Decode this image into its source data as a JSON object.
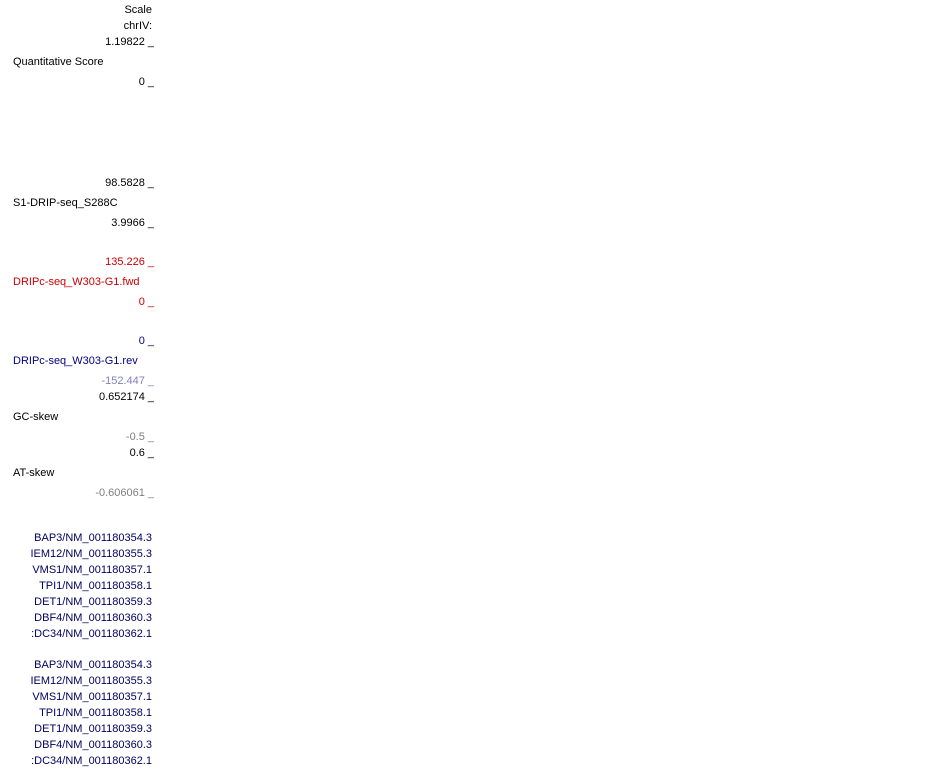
{
  "colors": {
    "default": "#000000",
    "drip_fwd": "#cc0000",
    "drip_rev": "#000080",
    "drip_rev_axis": "#8080c0",
    "skew_min": "#808080",
    "gene": "#000060"
  },
  "ruler": {
    "scale_label": "Scale",
    "chrom_label": "chrIV:"
  },
  "tracks": {
    "quantitative_score": {
      "label": "Quantitative Score",
      "axis_max": "1.19822",
      "axis_min": "0"
    },
    "s1_drip": {
      "label": "S1-DRIP-seq_S288C",
      "axis_max": "98.5828",
      "axis_min": "3.9966"
    },
    "dripc_fwd": {
      "label": "DRIPc-seq_W303-G1.fwd",
      "axis_max": "135.226",
      "axis_min": "0"
    },
    "dripc_rev": {
      "label": "DRIPc-seq_W303-G1.rev",
      "axis_max": "0",
      "axis_min": "-152.447"
    },
    "gc_skew": {
      "label": "GC-skew",
      "axis_max": "0.652174",
      "axis_min": "-0.5"
    },
    "at_skew": {
      "label": "AT-skew",
      "axis_max": "0.6",
      "axis_min": "-0.606061"
    }
  },
  "gene_groups": [
    {
      "genes": [
        "BAP3/NM_001180354.3",
        "IEM12/NM_001180355.3",
        "VMS1/NM_001180357.1",
        "TPI1/NM_001180358.1",
        "DET1/NM_001180359.3",
        "DBF4/NM_001180360.3",
        ":DC34/NM_001180362.1"
      ]
    },
    {
      "genes": [
        "BAP3/NM_001180354.3",
        "IEM12/NM_001180355.3",
        "VMS1/NM_001180357.1",
        "TPI1/NM_001180358.1",
        "DET1/NM_001180359.3",
        "DBF4/NM_001180360.3",
        ":DC34/NM_001180362.1"
      ]
    }
  ],
  "axis_tick": "_"
}
